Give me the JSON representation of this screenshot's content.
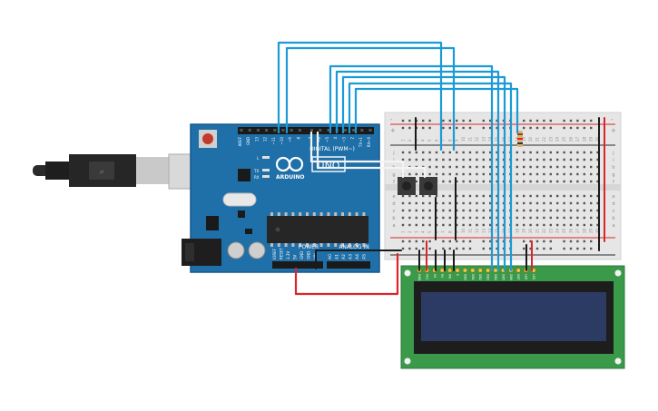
{
  "colors": {
    "arduino_board": "#1f6fa8",
    "breadboard": "#e6e6e6",
    "lcd_pcb": "#3b9a4a",
    "lcd_screen": "#2b3b63",
    "wire_blue": "#1c9ad6",
    "wire_red": "#d9262b",
    "wire_black": "#1a1a1a"
  },
  "arduino": {
    "brand": "ARDUINO",
    "model": "UNO",
    "header_digital": "DIGITAL (PWM~)",
    "header_power": "POWER",
    "header_analog": "ANALOG IN",
    "led_l": "L",
    "led_tx": "TX",
    "led_rx": "RX",
    "pin_aref": "AREF",
    "pin_gnd": "GND",
    "pin_13": "13",
    "pin_12": "12",
    "pin_11": "~11",
    "pin_10": "~10",
    "pin_9": "~9",
    "pin_8": "8",
    "pin_7": "7",
    "pin_6": "~6",
    "pin_5": "~5",
    "pin_4": "4",
    "pin_3": "~3",
    "pin_2": "2",
    "pin_tx1": "TX→1",
    "pin_rx0": "RX←0",
    "pwr_ioref": "IOREF",
    "pwr_reset": "RESET",
    "pwr_3v3": "3.3V",
    "pwr_5v": "5V",
    "pwr_gnd1": "GND",
    "pwr_gnd2": "GND",
    "pwr_vin": "VIN",
    "an_a0": "A0",
    "an_a1": "A1",
    "an_a2": "A2",
    "an_a3": "A3",
    "an_a4": "A4",
    "an_a5": "A5"
  },
  "breadboard": {
    "plus": "+",
    "minus": "-",
    "row_top": [
      "j",
      "i",
      "h",
      "g",
      "f"
    ],
    "row_bottom": [
      "e",
      "d",
      "c",
      "b",
      "a"
    ],
    "col_numbers": [
      "1",
      "2",
      "3",
      "4",
      "5",
      "6",
      "7",
      "8",
      "9",
      "10",
      "11",
      "12",
      "13",
      "14",
      "15",
      "16",
      "17",
      "18",
      "19",
      "20",
      "21",
      "22",
      "23",
      "24",
      "25",
      "26",
      "27",
      "28",
      "29",
      "30"
    ]
  },
  "lcd": {
    "pins": [
      "GND",
      "VCC",
      "V0",
      "RS",
      "RW",
      "E",
      "DB0",
      "DB1",
      "DB2",
      "DB3",
      "DB4",
      "DB5",
      "DB6",
      "DB7",
      "LED",
      "LED"
    ]
  }
}
